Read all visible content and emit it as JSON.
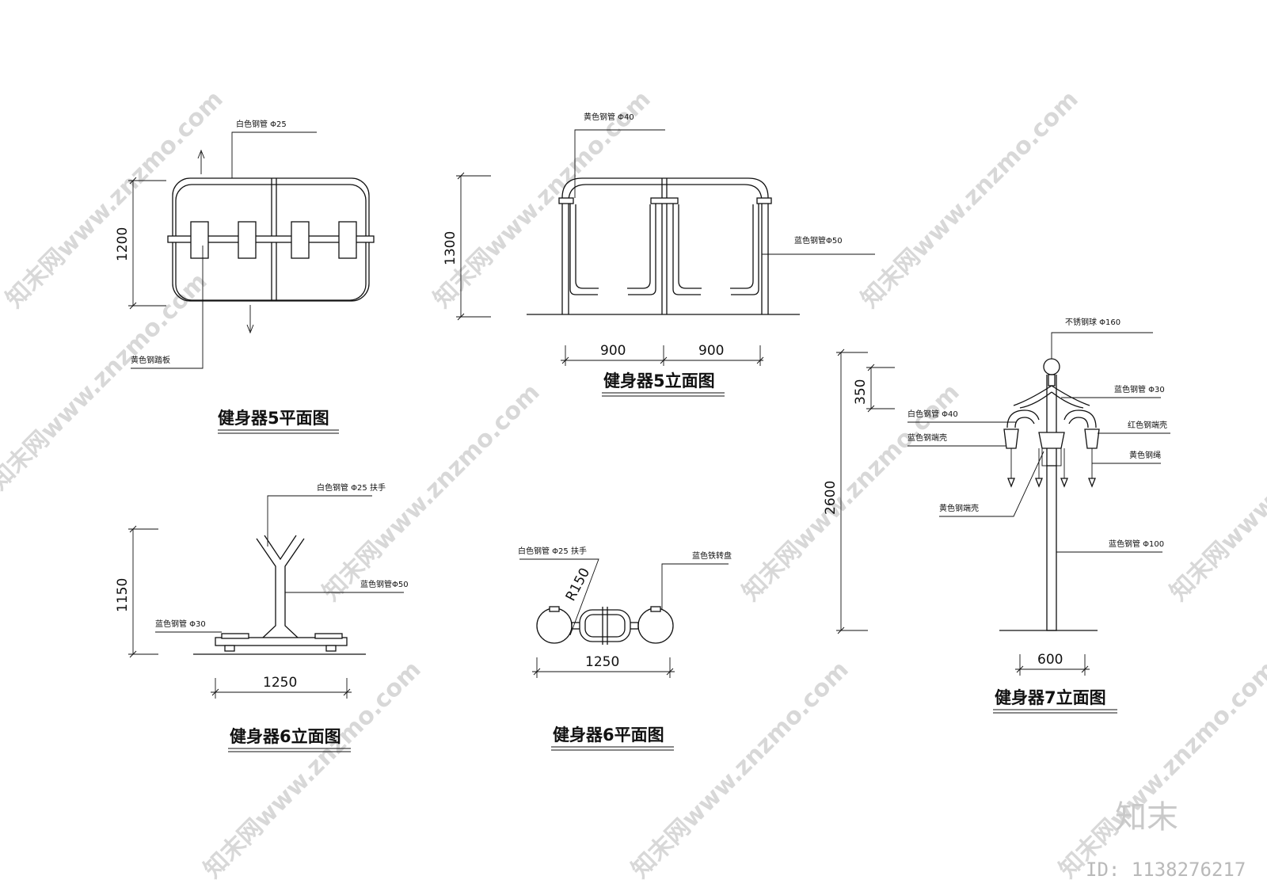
{
  "drawings": {
    "eq5_plan": {
      "title": "健身器5平面图",
      "notes": {
        "white_tube": "白色钢管 Φ25",
        "yellow_pedal": "黄色钢踏板"
      },
      "dim_height": "1200"
    },
    "eq5_elev": {
      "title": "健身器5立面图",
      "notes": {
        "yellow_tube": "黄色钢管 Φ40",
        "blue_tube": "蓝色钢管Φ50"
      },
      "dim_height": "1300",
      "dim_width_left": "900",
      "dim_width_right": "900"
    },
    "eq6_elev": {
      "title": "健身器6立面图",
      "notes": {
        "white_handle": "白色钢管 Φ25 扶手",
        "blue_tube_50": "蓝色钢管Φ50",
        "blue_tube_30": "蓝色钢管 Φ30"
      },
      "dim_height": "1150",
      "dim_width": "1250"
    },
    "eq6_plan": {
      "title": "健身器6平面图",
      "notes": {
        "white_handle": "白色钢管 Φ25 扶手",
        "blue_disc": "蓝色铁转盘"
      },
      "dim_radius": "R150",
      "dim_width": "1250"
    },
    "eq7_elev": {
      "title": "健身器7立面图",
      "notes": {
        "steel_ball": "不锈钢球 Φ160",
        "blue_tube_30": "蓝色钢管 Φ30",
        "white_tube_40": "白色钢管 Φ40",
        "red_shell": "红色钢端壳",
        "blue_shell": "蓝色钢端壳",
        "yellow_rope": "黄色钢绳",
        "yellow_shell": "黄色钢端壳",
        "blue_tube_100": "蓝色钢管 Φ100"
      },
      "dim_total": "2600",
      "dim_top": "350",
      "dim_width": "600"
    }
  },
  "watermark": {
    "text": "知末网www.znzmo.com",
    "brand": "知末",
    "id": "ID: 1138276217"
  }
}
